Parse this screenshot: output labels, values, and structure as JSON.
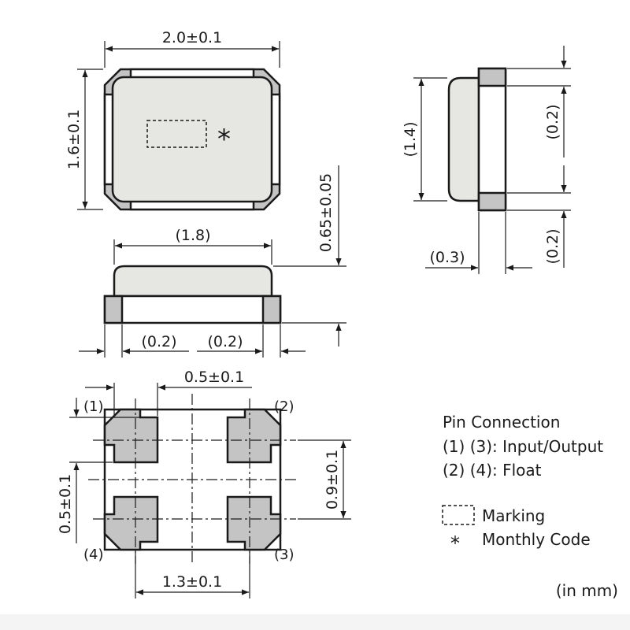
{
  "top_view": {
    "width_dim": "2.0±0.1",
    "height_dim": "1.6±0.1",
    "monthly_code_symbol": "*"
  },
  "side_view": {
    "length_dim": "(1.8)",
    "height_dim": "0.65±0.05",
    "left_term_dim": "(0.2)",
    "right_term_dim": "(0.2)"
  },
  "end_view": {
    "body_dim": "(1.4)",
    "top_term_dim": "(0.2)",
    "bottom_term_dim": "(0.2)",
    "thickness_dim": "(0.3)"
  },
  "bottom_view": {
    "pad_width_dim": "0.5±0.1",
    "pad_height_dim": "0.5±0.1",
    "pitch_x_dim": "1.3±0.1",
    "pitch_y_dim": "0.9±0.1",
    "pin1": "(1)",
    "pin2": "(2)",
    "pin3": "(3)",
    "pin4": "(4)"
  },
  "legend": {
    "title": "Pin Connection",
    "line1": "(1) (3): Input/Output",
    "line2": "(2) (4): Float",
    "marking": "Marking",
    "monthly_symbol": "*",
    "monthly": "Monthly Code"
  },
  "units_note": "(in mm)"
}
